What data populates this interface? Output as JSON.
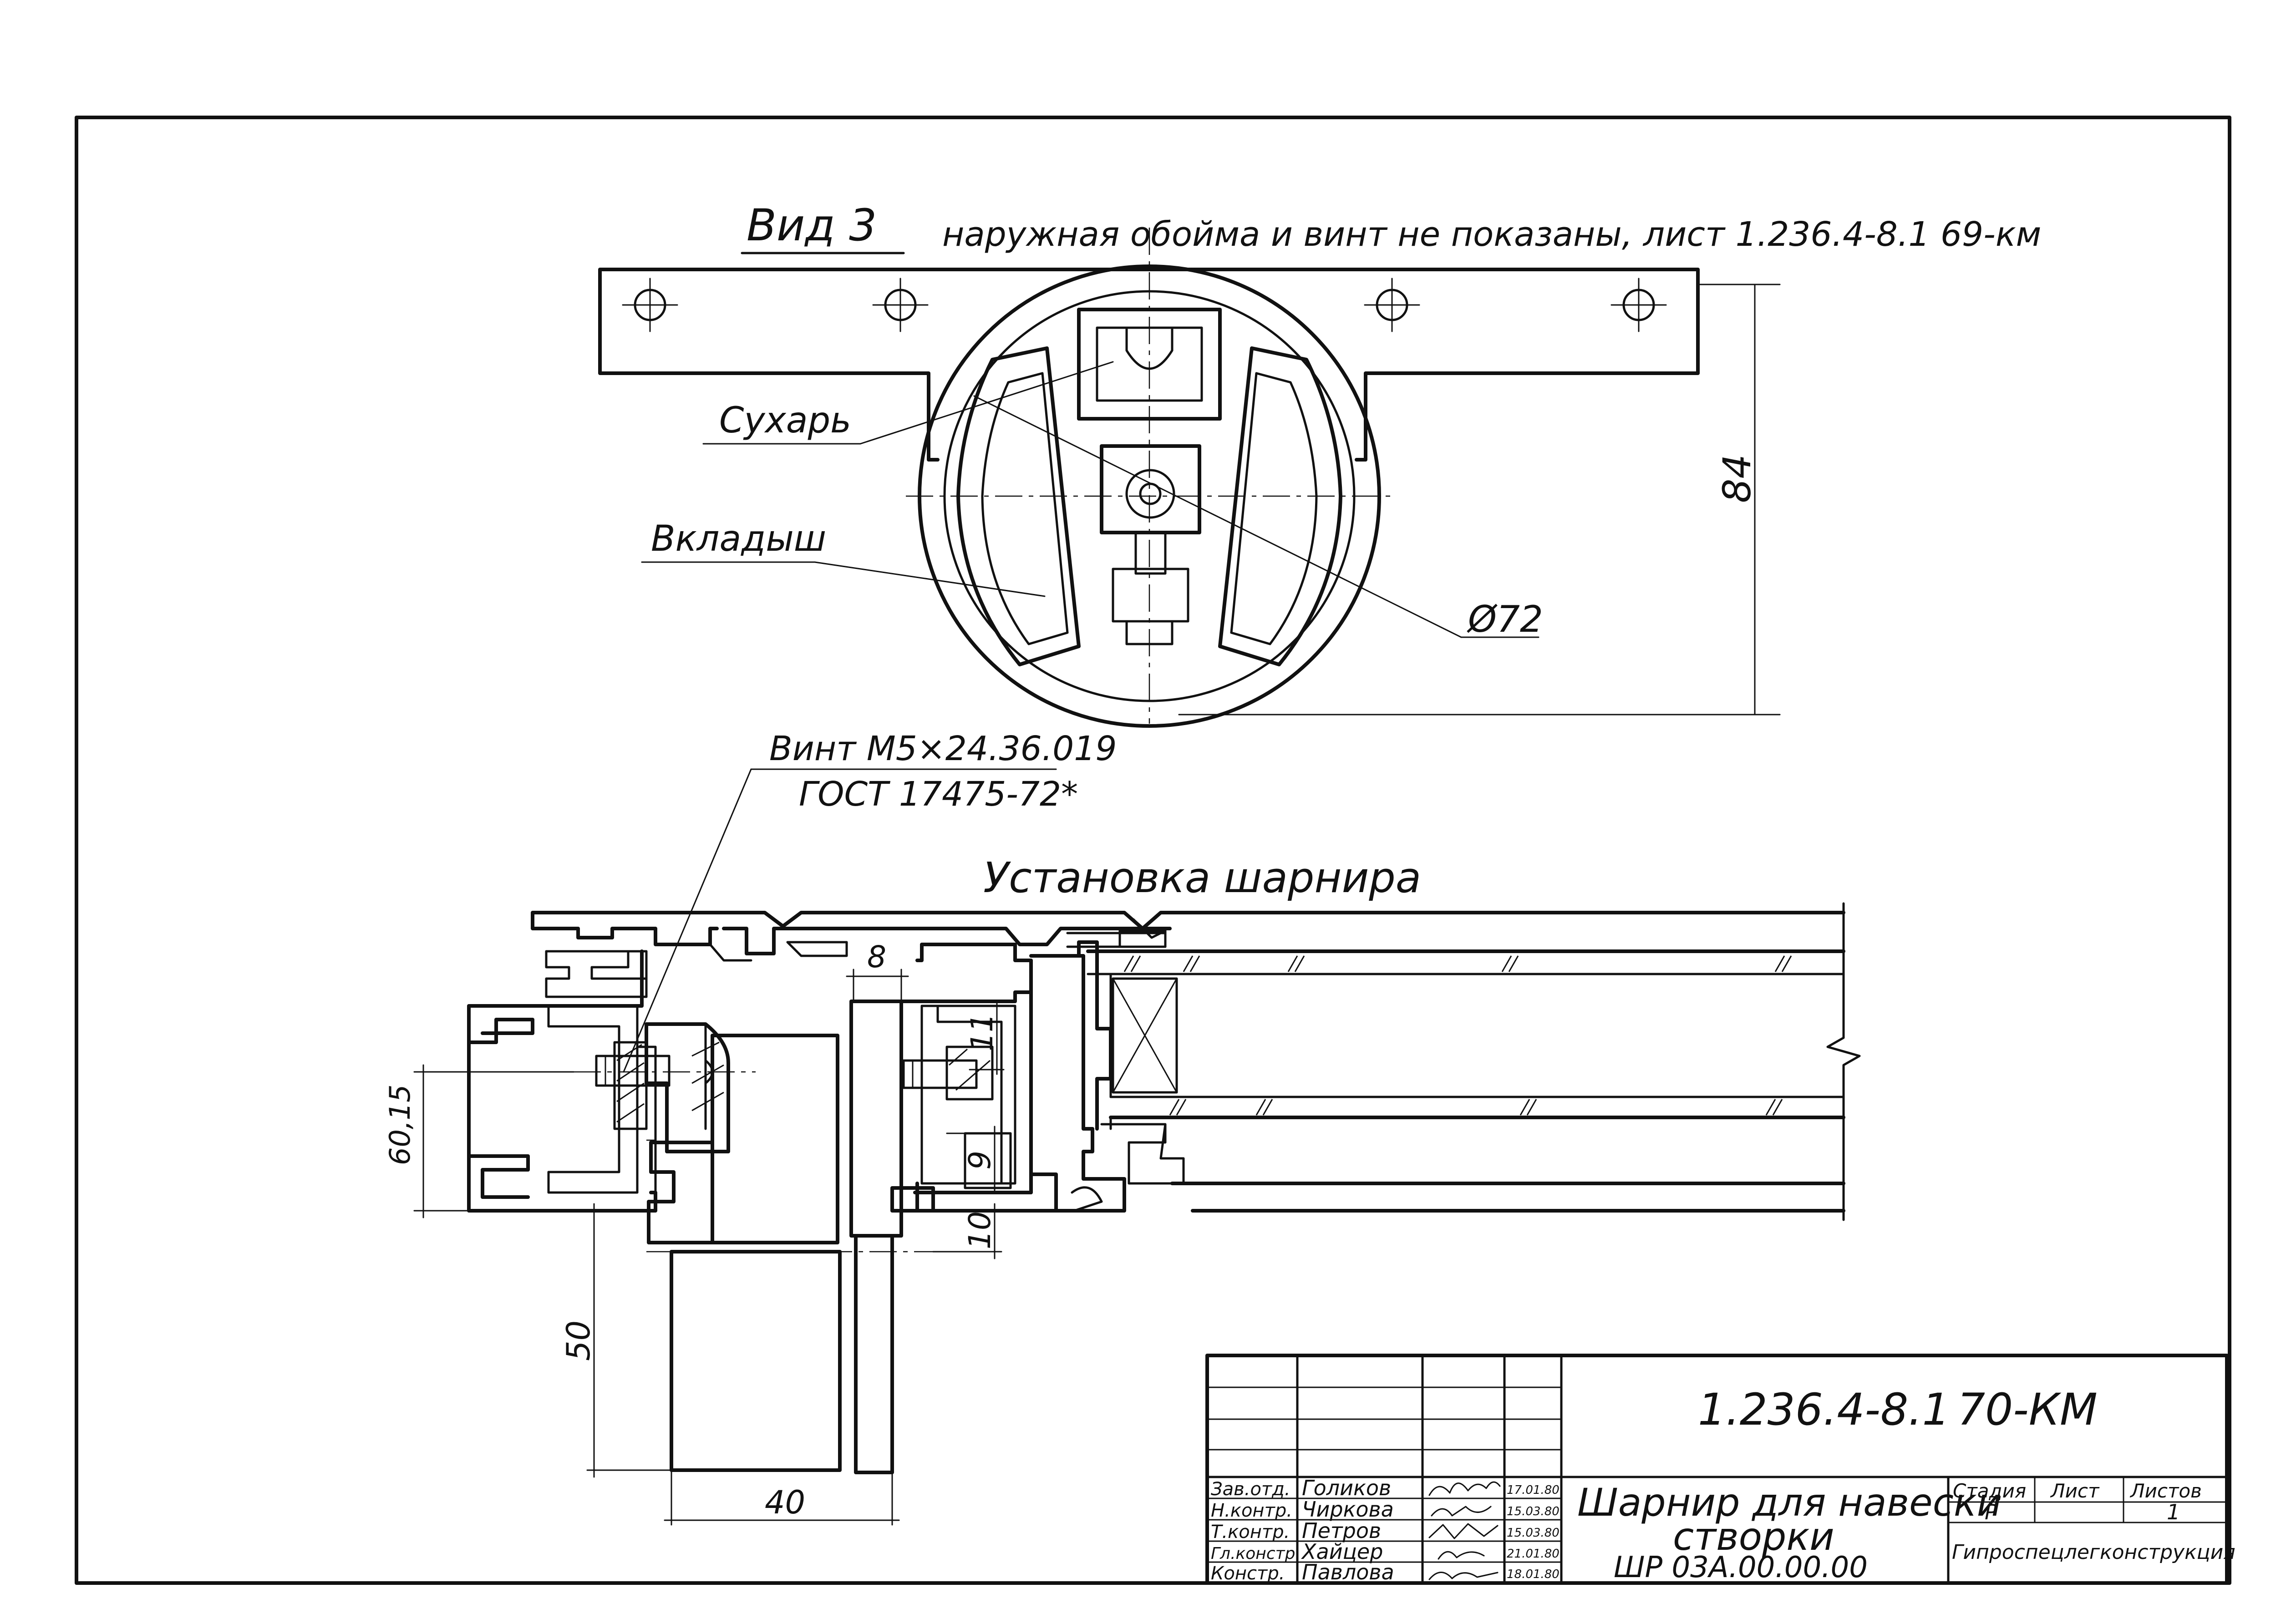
{
  "view": {
    "title": "Вид 3",
    "note": "наружная обойма и винт не показаны, лист 1.236.4-8.1 69-км",
    "label_sukhar": "Сухарь",
    "label_vkladysh": "Вкладыш",
    "dim_diameter": "Ø72",
    "dim_height": "84"
  },
  "section": {
    "title": "Установка шарнира",
    "screw_line1": "Винт M5×24.36.019",
    "screw_line2": "ГОСТ 17475-72*",
    "dim_8": "8",
    "dim_11": "11",
    "dim_9": "9",
    "dim_10": "10",
    "dim_50": "50",
    "dim_40": "40",
    "dim_60": "60,15"
  },
  "title_block": {
    "doc_code": "1.236.4-8.1",
    "doc_suffix": "70-КМ",
    "name_line1": "Шарнир для навески",
    "name_line2": "створки",
    "designation": "ШР 03А.00.00.00",
    "col_stage": "Стадия",
    "col_sheet": "Лист",
    "col_sheets": "Листов",
    "stage": "Р",
    "sheets": "1",
    "organization": "Гипроспецлегконструкция",
    "rows": [
      {
        "role": "Зав.отд.",
        "name": "Голиков",
        "date": "17.01.80"
      },
      {
        "role": "Н.контр.",
        "name": "Чиркова",
        "date": "15.03.80"
      },
      {
        "role": "Т.контр.",
        "name": "Петров",
        "date": "15.03.80"
      },
      {
        "role": "Гл.констр.",
        "name": "Хайцер",
        "date": "21.01.80"
      },
      {
        "role": "Констр.",
        "name": "Павлова",
        "date": "18.01.80"
      }
    ]
  }
}
